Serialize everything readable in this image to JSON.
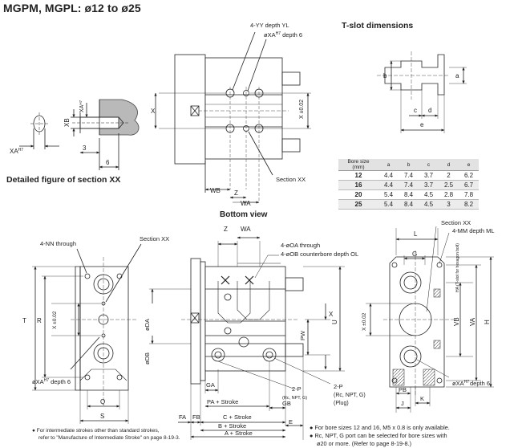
{
  "title": "MGPM, MGPL: ø12 to ø25",
  "tslot": {
    "title": "T-slot dimensions",
    "labels": {
      "a": "a",
      "b": "b",
      "c": "c",
      "d": "d",
      "e": "e"
    }
  },
  "detail": {
    "caption": "Detailed figure of section XX",
    "labels": {
      "xa": "XA",
      "xa_sup": "H7",
      "xb": "XB",
      "xa_side": "XA",
      "xa_side_sup": "H7",
      "three": "3",
      "six": "6"
    }
  },
  "bottom_view": {
    "title": "Bottom view"
  },
  "table": {
    "headers": [
      "Bore size (mm)",
      "a",
      "b",
      "c",
      "d",
      "e"
    ],
    "rows": [
      [
        "12",
        "4.4",
        "7.4",
        "3.7",
        "2",
        "6.2"
      ],
      [
        "16",
        "4.4",
        "7.4",
        "3.7",
        "2.5",
        "6.7"
      ],
      [
        "20",
        "5.4",
        "8.4",
        "4.5",
        "2.8",
        "7.8"
      ],
      [
        "25",
        "5.4",
        "8.4",
        "4.5",
        "3",
        "8.2"
      ]
    ]
  },
  "top_view": {
    "yy": "4-YY depth YL",
    "xa_depth": "øXA",
    "xa_sup": "H7",
    "xa_depth_tail": " depth 6",
    "x": "X",
    "x_tol": "X ±0.02",
    "section": "Section XX",
    "wb": "WB",
    "z": "Z",
    "wa": "WA"
  },
  "front_view": {
    "nn": "4-NN through",
    "section": "Section XX",
    "t": "T",
    "r": "R",
    "x_tol": "X ±0.02",
    "xa": "øXA",
    "xa_sup": "H7",
    "xa_tail": " depth 6",
    "q": "Q",
    "s": "S"
  },
  "main_view": {
    "z": "Z",
    "wa": "WA",
    "oa": "4-øOA through",
    "ob": "4-øOB counterbore depth OL",
    "da": "øDA",
    "db": "øDB",
    "pw": "PW",
    "x": "X",
    "u": "U",
    "ga": "GA",
    "pa": "PA + Stroke",
    "fa": "FA",
    "fb": "FB",
    "c": "C + Stroke",
    "gb": "GB",
    "b": "B + Stroke",
    "a": "A + Stroke",
    "e": "E",
    "port1": "2-P",
    "port1_sub": "(Rc, NPT, G)",
    "port2": "2-P",
    "port2_sub": "(Rc, NPT, G)",
    "port2_plug": "(Plug)"
  },
  "side_view": {
    "section": "Section XX",
    "mm": "4-MM depth ML",
    "hat": "HA (T-slot for hexagon bolt)",
    "l": "L",
    "g": "G",
    "x_tol": "X ±0.02",
    "vb": "VB",
    "va": "VA",
    "h": "H",
    "xa": "øXA",
    "xa_sup": "H7",
    "xa_tail": "depth 6",
    "pb": "PB",
    "j": "J",
    "k": "K"
  },
  "notes": {
    "left_line1": "For intermediate strokes other than standard strokes,",
    "left_line2": "refer to \"Manufacture of Intermediate Stroke\" on page 8-19-3.",
    "right_line1": "For bore sizes 12 and 16, M5 x 0.8 is only available.",
    "right_line2": "Rc, NPT, G port can be selected for bore sizes with",
    "right_line3": "ø20 or more. (Refer to page 8-19-8.)"
  }
}
